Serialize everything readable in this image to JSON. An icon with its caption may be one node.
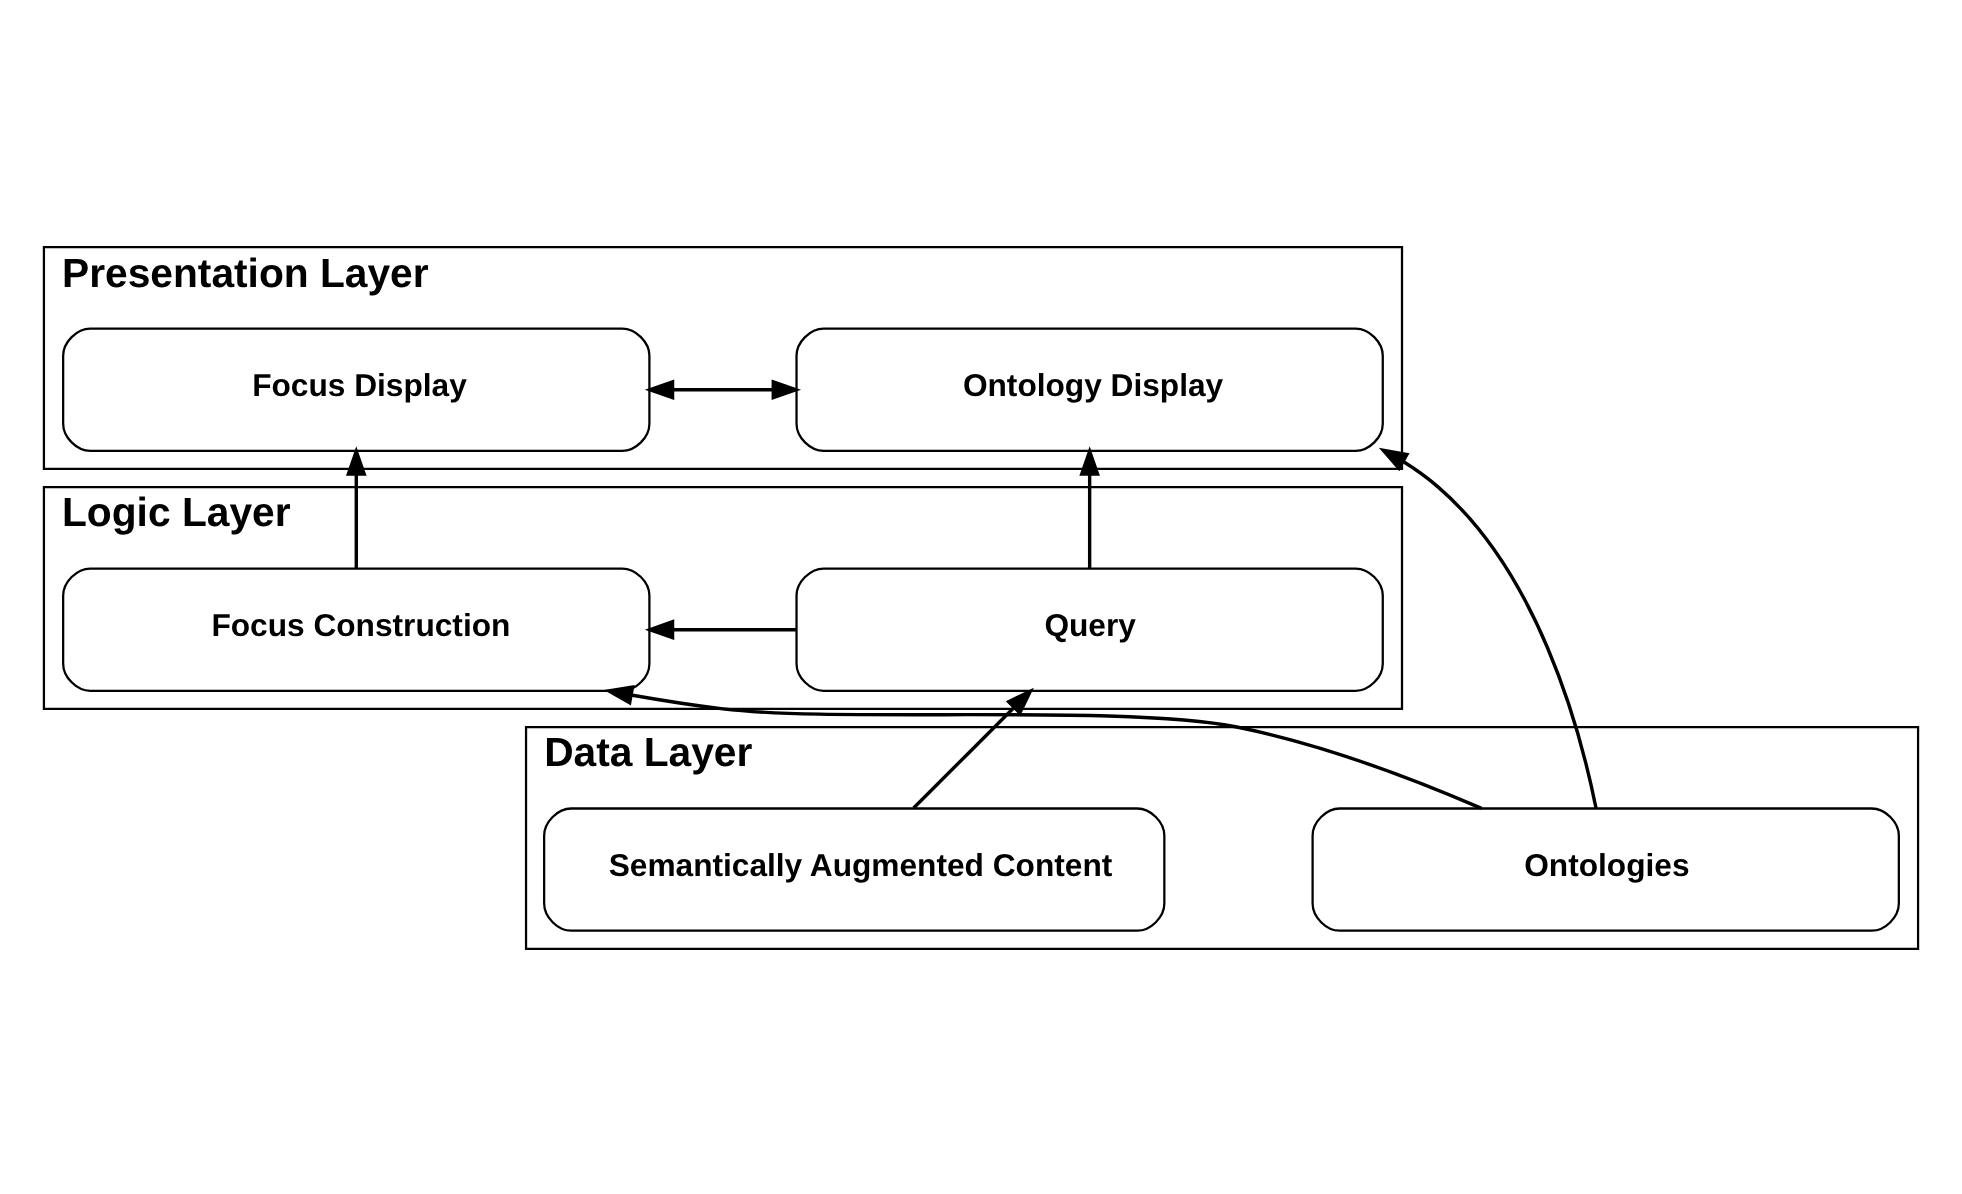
{
  "diagram": {
    "nodes": [
      {
        "text": [
          "Presentation Layer"
        ]
      },
      {
        "text": [
          "Focus Display"
        ],
        "in": 0
      },
      {
        "text": [
          "Ontology Display"
        ],
        "in": 0
      },
      {
        "text": [
          "Logic Layer"
        ]
      },
      {
        "text": [
          "Focus Construction"
        ],
        "in": 3
      },
      {
        "text": [
          "Query"
        ],
        "in": 3
      },
      {
        "text": [
          "Data Layer"
        ]
      },
      {
        "text": [
          "Ontologies"
        ],
        "in": 6
      },
      {
        "text": [
          "Semantically Augmented Content"
        ],
        "in": 6
      }
    ],
    "edges": [
      {
        "from": 1,
        "to": 2,
        "arrow": "both"
      },
      {
        "from": 4,
        "to": 1,
        "arrow": "to"
      },
      {
        "from": 5,
        "to": 2,
        "arrow": "to"
      },
      {
        "from": 5,
        "to": 4,
        "arrow": "to"
      },
      {
        "from": 7,
        "to": 4,
        "arrow": "to"
      },
      {
        "from": 7,
        "to": 2,
        "arrow": "to"
      },
      {
        "from": 8,
        "to": 5,
        "arrow": "to"
      }
    ]
  }
}
